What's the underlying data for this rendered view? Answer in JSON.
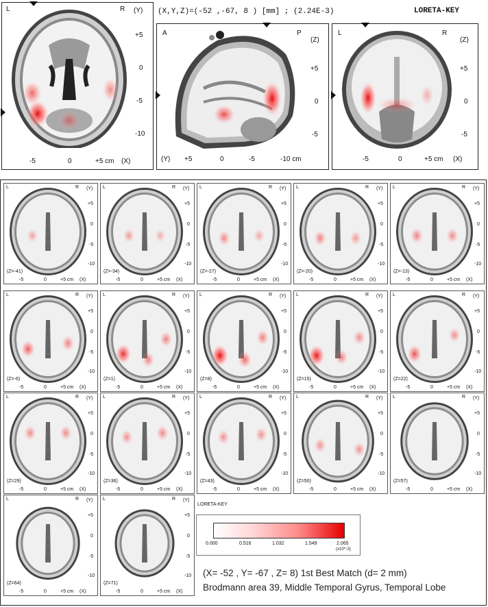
{
  "header": {
    "coords_readout": "(X,Y,Z)=(-52 ,-67, 8 ) [mm] ; (2.24E-3)",
    "brand": "LORETA-KEY"
  },
  "top_views": {
    "axial": {
      "left": "L",
      "right": "R",
      "axis_y": "(Y)",
      "y_ticks": [
        "+5",
        "0",
        "-5",
        "-10"
      ],
      "x_ticks": [
        "-5",
        "0",
        "+5 cm"
      ],
      "axis_x": "(X)"
    },
    "sagittal": {
      "left": "A",
      "right": "P",
      "axis_z": "(Z)",
      "z_ticks": [
        "+5",
        "0",
        "-5"
      ],
      "axis_y": "(Y)",
      "y_ticks": [
        "+5",
        "0",
        "-5",
        "-10 cm"
      ]
    },
    "coronal": {
      "left": "L",
      "right": "R",
      "axis_z": "(Z)",
      "z_ticks": [
        "+5",
        "0",
        "-5"
      ],
      "x_ticks": [
        "-5",
        "0",
        "+5 cm"
      ],
      "axis_x": "(X)"
    }
  },
  "slice_common": {
    "left": "L",
    "right": "R",
    "axis_y": "(Y)",
    "y_ticks": [
      "+5",
      "0",
      "-5",
      "-10"
    ],
    "x_ticks": [
      "-5",
      "0",
      "+5 cm"
    ],
    "axis_x": "(X)"
  },
  "slices": [
    {
      "z": "(Z=-41)",
      "hot": [
        [
          0.28,
          0.55,
          0.1
        ]
      ]
    },
    {
      "z": "(Z=-34)",
      "hot": [
        [
          0.28,
          0.55,
          0.14
        ],
        [
          0.72,
          0.55,
          0.06
        ]
      ]
    },
    {
      "z": "(Z=-27)",
      "hot": [
        [
          0.26,
          0.58,
          0.22
        ],
        [
          0.75,
          0.55,
          0.08
        ]
      ]
    },
    {
      "z": "(Z=-20)",
      "hot": [
        [
          0.25,
          0.58,
          0.25
        ],
        [
          0.75,
          0.58,
          0.15
        ]
      ]
    },
    {
      "z": "(Z=-13)",
      "hot": [
        [
          0.25,
          0.55,
          0.25
        ],
        [
          0.75,
          0.55,
          0.2
        ]
      ]
    },
    {
      "z": "(Z=-6)",
      "hot": [
        [
          0.22,
          0.62,
          0.4
        ],
        [
          0.78,
          0.55,
          0.25
        ]
      ]
    },
    {
      "z": "(Z=1)",
      "hot": [
        [
          0.2,
          0.68,
          0.6
        ],
        [
          0.55,
          0.75,
          0.25
        ],
        [
          0.8,
          0.5,
          0.25
        ]
      ]
    },
    {
      "z": "(Z=8)",
      "hot": [
        [
          0.2,
          0.7,
          0.75
        ],
        [
          0.55,
          0.75,
          0.35
        ],
        [
          0.8,
          0.48,
          0.25
        ]
      ]
    },
    {
      "z": "(Z=15)",
      "hot": [
        [
          0.2,
          0.7,
          0.7
        ],
        [
          0.55,
          0.72,
          0.25
        ],
        [
          0.8,
          0.48,
          0.2
        ]
      ]
    },
    {
      "z": "(Z=22)",
      "hot": [
        [
          0.22,
          0.68,
          0.45
        ],
        [
          0.78,
          0.45,
          0.18
        ]
      ]
    },
    {
      "z": "(Z=29)",
      "hot": [
        [
          0.25,
          0.4,
          0.2
        ],
        [
          0.75,
          0.4,
          0.2
        ]
      ]
    },
    {
      "z": "(Z=36)",
      "hot": [
        [
          0.25,
          0.45,
          0.18
        ],
        [
          0.75,
          0.4,
          0.22
        ]
      ]
    },
    {
      "z": "(Z=43)",
      "hot": [
        [
          0.25,
          0.45,
          0.18
        ],
        [
          0.78,
          0.42,
          0.18
        ]
      ]
    },
    {
      "z": "(Z=50)",
      "hot": [
        [
          0.25,
          0.55,
          0.18
        ],
        [
          0.8,
          0.6,
          0.18
        ]
      ]
    },
    {
      "z": "(Z=57)",
      "hot": []
    },
    {
      "z": "(Z=64)",
      "hot": []
    },
    {
      "z": "(Z=71)",
      "hot": []
    }
  ],
  "colorbar": {
    "brand": "LORETA-KEY",
    "ticks": [
      "0.000",
      "0.516",
      "1.032",
      "1.549",
      "2.065"
    ],
    "unit": "(x10^-3)",
    "color_min": "#ffffff",
    "color_max": "#e60000"
  },
  "result": {
    "line1": "(X= -52 , Y= -67 , Z= 8) 1st Best Match (d= 2 mm)",
    "line2": "Brodmann area 39, Middle Temporal Gyrus, Temporal Lobe"
  }
}
